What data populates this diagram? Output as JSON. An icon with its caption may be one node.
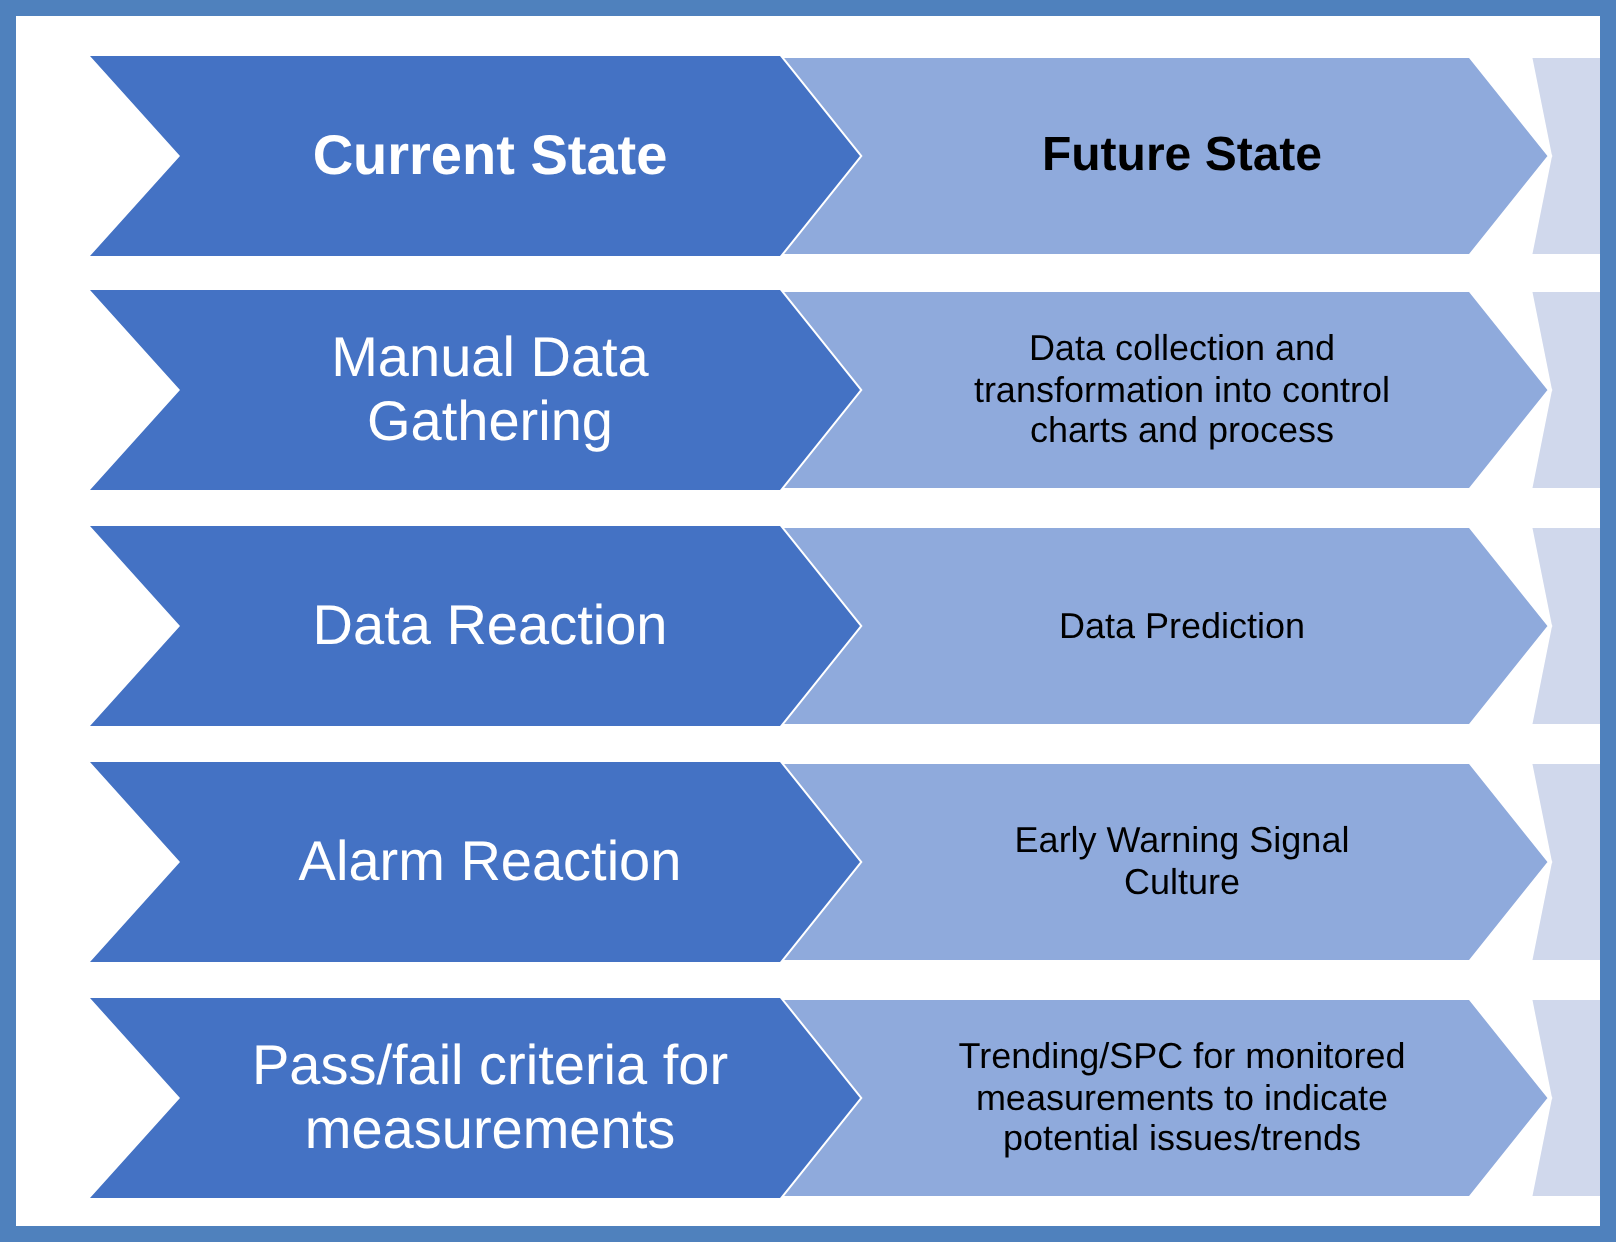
{
  "diagram": {
    "nodes": [
      {
        "text": [
          "Current State"
        ]
      },
      {
        "text": [
          "Future State"
        ]
      },
      {
        "text": [],
        "shape": "chevron"
      },
      {
        "text": [
          "Manual Data Gathering"
        ]
      },
      {
        "text": [
          "Data collection and transformation into control charts and process"
        ]
      },
      {
        "text": [],
        "shape": "chevron"
      },
      {
        "text": [
          "Data Reaction"
        ]
      },
      {
        "text": [
          "Data Prediction"
        ]
      },
      {
        "text": [],
        "shape": "chevron"
      },
      {
        "text": [
          "Alarm Reaction"
        ]
      },
      {
        "text": [
          "Early Warning Signal Culture"
        ]
      },
      {
        "text": [],
        "shape": "chevron"
      },
      {
        "text": [
          "Pass/fail criteria for measurements"
        ]
      },
      {
        "text": [
          "Trending/SPC for monitored measurements to indicate potential issues/trends"
        ]
      },
      {
        "text": [],
        "shape": "chevron"
      }
    ]
  }
}
